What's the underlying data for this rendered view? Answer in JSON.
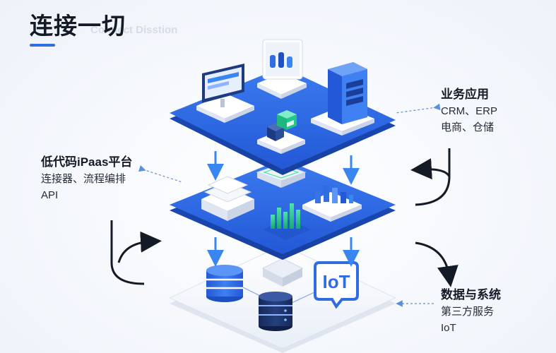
{
  "header": {
    "title": "连接一切",
    "ghost_subtitle": "Connect Disstion"
  },
  "labels": {
    "business_apps": {
      "title": "业务应用",
      "lines": [
        "CRM、ERP",
        "电商、仓储"
      ]
    },
    "ipaas": {
      "title": "低代码iPaas平台",
      "lines": [
        "连接器、流程编排",
        "API"
      ]
    },
    "data_systems": {
      "title": "数据与系统",
      "lines": [
        "第三方服务",
        "IoT"
      ]
    }
  },
  "iot_badge": "IoT",
  "icons": {
    "top_layer": [
      "monitor-icon",
      "app-window-icon",
      "server-tower-icon",
      "cube-node-icon"
    ],
    "middle_layer": [
      "document-stack-icon",
      "bar-chart-icon",
      "city-blocks-icon",
      "chip-icon"
    ],
    "bottom_layer": [
      "database-icon",
      "database-icon",
      "iot-chip-icon"
    ]
  },
  "colors": {
    "platform_blue": "#2f6de1",
    "platform_blue_dark": "#1e52c4",
    "accent_green": "#22c78a",
    "arrow_dark": "#141a26",
    "title_bar": "#2f6de1"
  }
}
